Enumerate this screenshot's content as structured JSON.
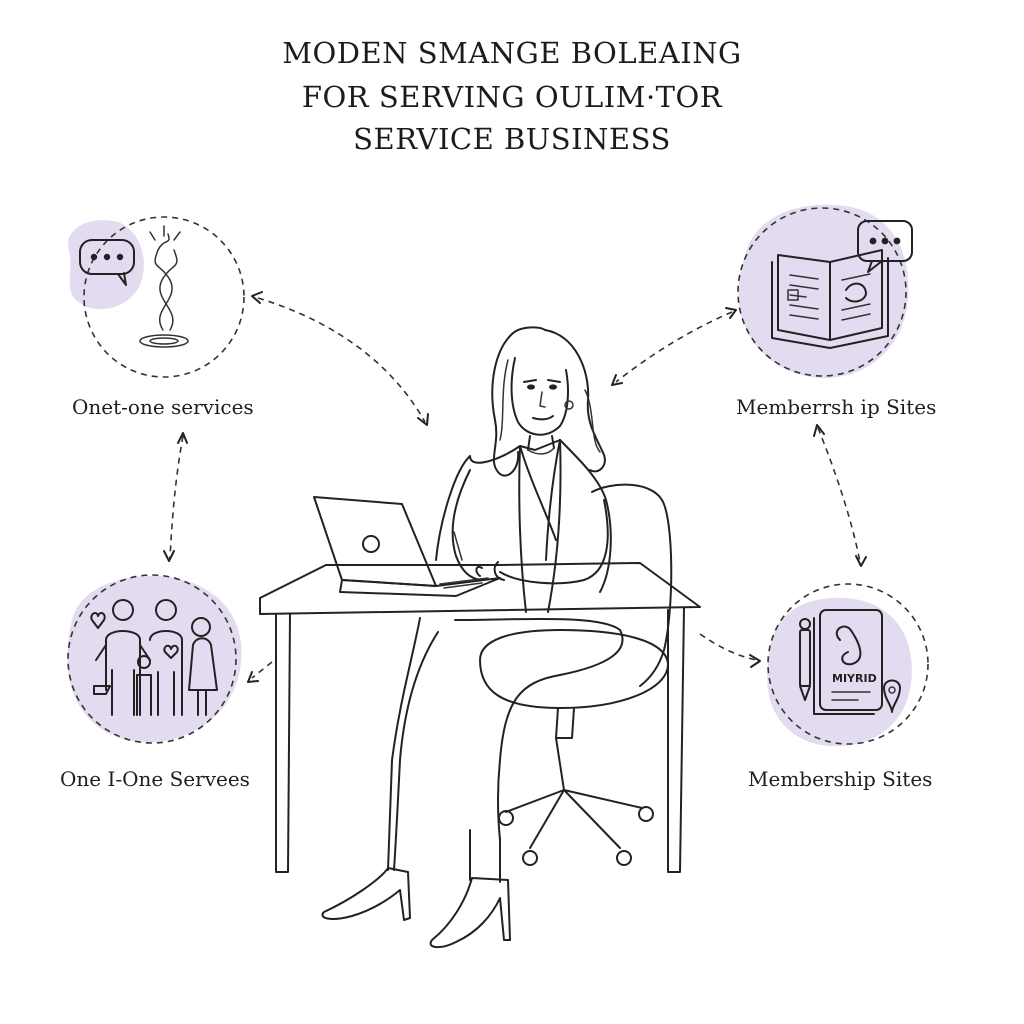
{
  "title": {
    "lines": [
      "MODEN SMANGE BOLEAING",
      "FOR SERVING OULIM·TOR",
      "SERVICE BUSINESS"
    ]
  },
  "nodes": {
    "top_left": {
      "label": "Onet-one services",
      "icons": [
        "speech-bubble-icon",
        "spiral-flame-icon"
      ]
    },
    "bottom_left": {
      "label": "One I-One Servees",
      "icons": [
        "family-group-icon"
      ]
    },
    "top_right": {
      "label": "Memberrsh ip Sites",
      "icons": [
        "open-book-icon",
        "speech-bubble-icon"
      ]
    },
    "bottom_right": {
      "label": "Membership Sites",
      "icons": [
        "membership-card-icon",
        "pen-icon",
        "location-pin-icon"
      ],
      "card_text": "MIYRID"
    }
  },
  "central_figure": {
    "description_icon": "woman-at-laptop-icon"
  },
  "colors": {
    "accent_lavender": "#e3dcf1",
    "ink": "#222222",
    "background": "#ffffff"
  }
}
